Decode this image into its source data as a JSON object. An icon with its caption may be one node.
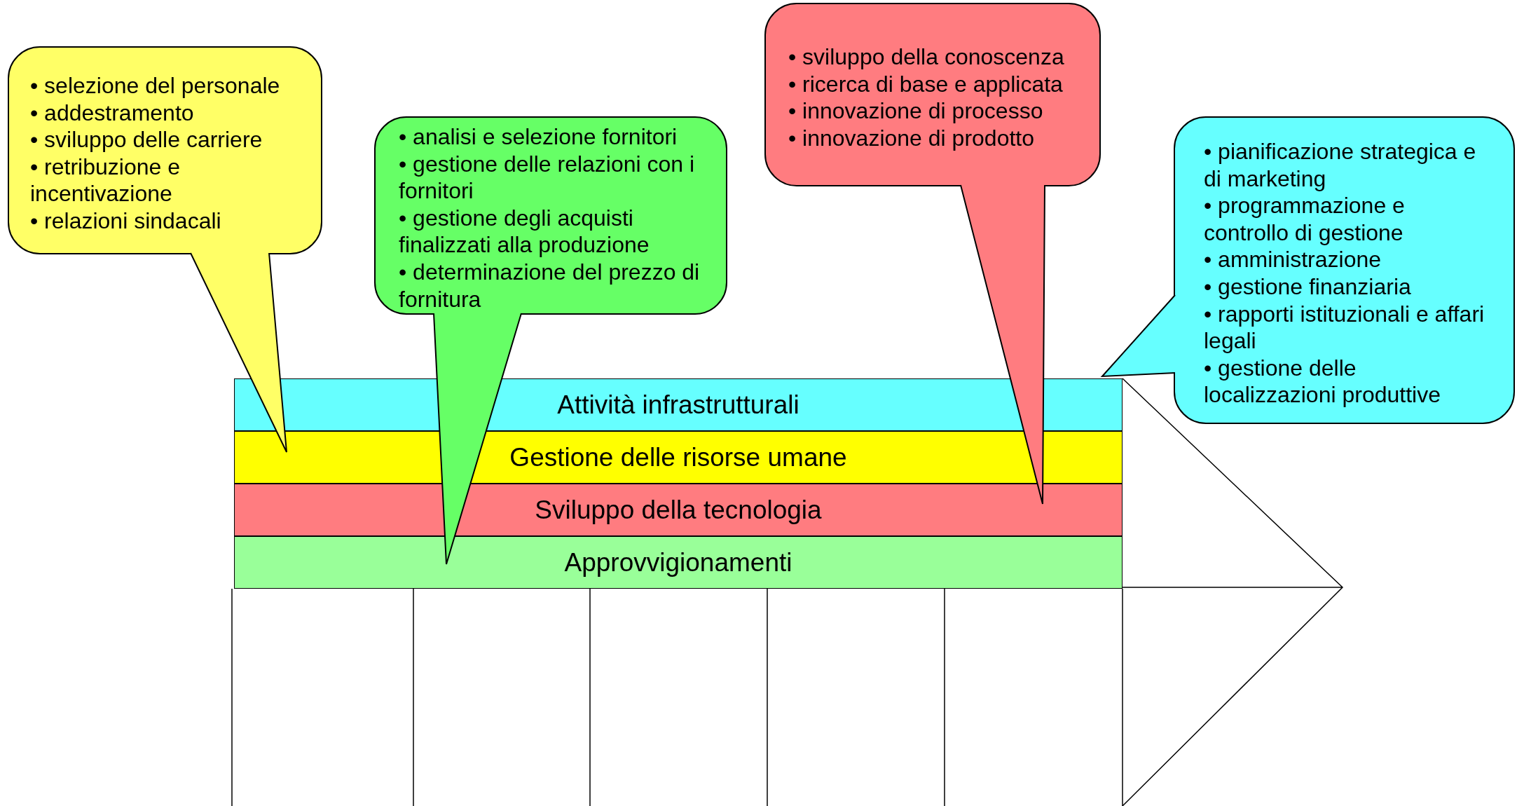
{
  "diagram": {
    "nodes": [
      {
        "text": [
          "• selezione del personale",
          "• addestramento",
          "• sviluppo delle carriere",
          "• retribuzione e incentivazione",
          "• relazioni sindacali"
        ]
      },
      {
        "text": [
          "• analisi e selezione fornitori",
          "• gestione delle relazioni con i fornitori",
          "• gestione degli acquisti finalizzati alla produzione",
          "• determinazione del prezzo di fornitura"
        ]
      },
      {
        "text": [
          "• sviluppo della conoscenza",
          "• ricerca di base e applicata",
          "• innovazione di processo",
          "• innovazione di prodotto"
        ]
      },
      {
        "text": [
          "• pianificazione strategica e di marketing",
          "• programmazione e controllo di gestione",
          "• amministrazione",
          "• gestione finanziaria",
          "• rapporti istituzionali e affari legali",
          "• gestione delle localizzazioni produttive"
        ]
      },
      {
        "text": [
          "Attività infrastrutturali"
        ]
      },
      {
        "text": [
          "Gestione delle risorse umane"
        ]
      },
      {
        "text": [
          "Sviluppo della tecnologia"
        ]
      },
      {
        "text": [
          "Approvvigionamenti"
        ]
      }
    ]
  }
}
